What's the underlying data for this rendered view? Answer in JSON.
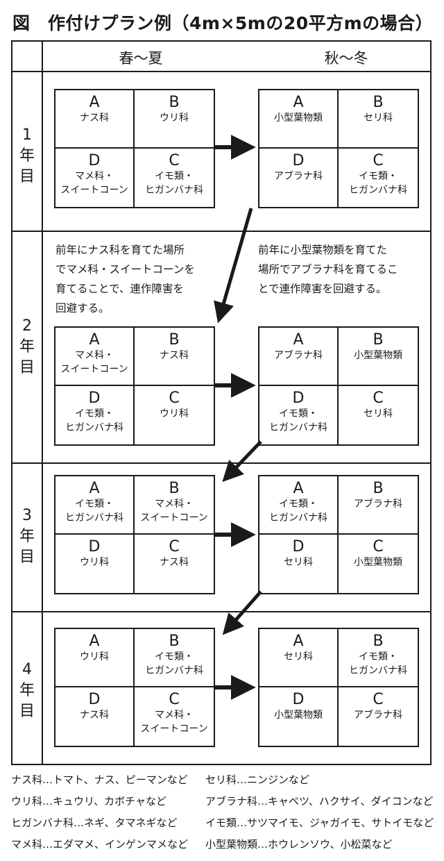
{
  "title": "図　作付けプラン例（4m×5mの20平方mの場合）",
  "header": {
    "spring_summer": "春〜夏",
    "autumn_winter": "秋〜冬"
  },
  "years": [
    {
      "label": "1\n年\n目",
      "spring": {
        "A": "ナス科",
        "B": "ウリ科",
        "C": "イモ類・\nヒガンバナ科",
        "D": "マメ科・\nスイートコーン"
      },
      "autumn": {
        "A": "小型葉物類",
        "B": "セリ科",
        "C": "イモ類・\nヒガンバナ科",
        "D": "アブラナ科"
      }
    },
    {
      "label": "2\n年\n目",
      "note_left": "前年にナス科を育てた場所\nでマメ科・スイートコーンを\n育てることで、連作障害を\n回避する。",
      "note_right": "前年に小型葉物類を育てた\n場所でアブラナ科を育てるこ\nとで連作障害を回避する。",
      "spring": {
        "A": "マメ科・\nスイートコーン",
        "B": "ナス科",
        "C": "ウリ科",
        "D": "イモ類・\nヒガンバナ科"
      },
      "autumn": {
        "A": "アブラナ科",
        "B": "小型葉物類",
        "C": "セリ科",
        "D": "イモ類・\nヒガンバナ科"
      }
    },
    {
      "label": "3\n年\n目",
      "spring": {
        "A": "イモ類・\nヒガンバナ科",
        "B": "マメ科・\nスイートコーン",
        "C": "ナス科",
        "D": "ウリ科"
      },
      "autumn": {
        "A": "イモ類・\nヒガンバナ科",
        "B": "アブラナ科",
        "C": "小型葉物類",
        "D": "セリ科"
      }
    },
    {
      "label": "4\n年\n目",
      "spring": {
        "A": "ウリ科",
        "B": "イモ類・\nヒガンバナ科",
        "C": "マメ科・\nスイートコーン",
        "D": "ナス科"
      },
      "autumn": {
        "A": "セリ科",
        "B": "イモ類・\nヒガンバナ科",
        "C": "アブラナ科",
        "D": "小型葉物類"
      }
    }
  ],
  "cell_letters": {
    "A": "A",
    "B": "B",
    "C": "C",
    "D": "D"
  },
  "legend": {
    "left": [
      "ナス科…トマト、ナス、ピーマンなど",
      "ウリ科…キュウリ、カボチャなど",
      "ヒガンバナ科…ネギ、タマネギなど",
      "マメ科…エダマメ、インゲンマメなど"
    ],
    "right": [
      "セリ科…ニンジンなど",
      "アブラナ科…キャベツ、ハクサイ、ダイコンなど",
      "イモ類…サツマイモ、ジャガイモ、サトイモなど",
      "小型葉物類…ホウレンソウ、小松菜など"
    ]
  }
}
